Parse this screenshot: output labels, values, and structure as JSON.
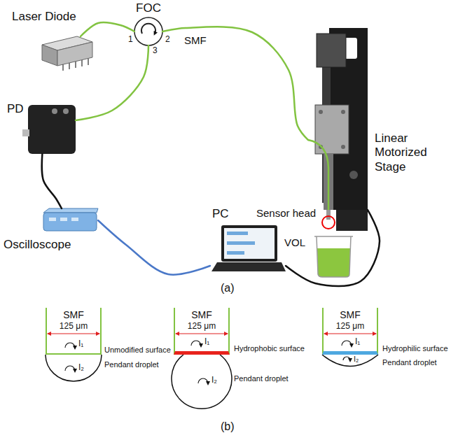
{
  "diagram": {
    "nodes": [
      {
        "text": [
          "Laser Diode"
        ]
      },
      {
        "text": [
          "FOC"
        ]
      },
      {
        "text": [
          "Linear Motorized Stage"
        ]
      },
      {
        "text": [
          "PD"
        ]
      },
      {
        "text": [
          "Oscilloscope"
        ]
      },
      {
        "text": [
          "PC"
        ]
      },
      {
        "text": [
          "SMF"
        ]
      },
      {
        "text": [
          "SMF"
        ]
      },
      {
        "text": [
          "SMF"
        ]
      }
    ],
    "edges": [
      {
        "from": 0,
        "to": 1,
        "arrow": "none"
      },
      {
        "from": 1,
        "to": 2,
        "label": "SMF",
        "arrow": "none"
      },
      {
        "from": 1,
        "to": 3,
        "arrow": "none"
      },
      {
        "from": 3,
        "to": 4,
        "arrow": "none"
      },
      {
        "from": 4,
        "to": 5,
        "arrow": "none"
      },
      {
        "from": 5,
        "to": 2,
        "arrow": "none"
      }
    ],
    "labels": [
      "1",
      "2",
      "3",
      "Sensor head",
      "VOL",
      "(a)",
      "125 μm",
      "I₁",
      "I₂",
      "Unmodified surface",
      "Pendant droplet",
      "125 μm",
      "I₁",
      "I₂",
      "Hydrophobic surface",
      "Pendant droplet",
      "125 μm",
      "I₁",
      "I₂",
      "Hydrophilic surface",
      "Pendant droplet",
      "(b)"
    ]
  }
}
